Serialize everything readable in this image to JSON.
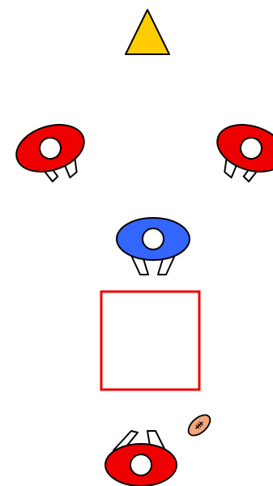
{
  "diagram": {
    "background_color": "#ffffff",
    "outline_color": "#000000",
    "cone": {
      "icon": "cone-icon",
      "color": "#ffcc00"
    },
    "players": [
      {
        "id": "top-left-player",
        "team": "red",
        "color": "#ee0000",
        "facing": "down-right"
      },
      {
        "id": "top-right-player",
        "team": "red",
        "color": "#ee0000",
        "facing": "down-left"
      },
      {
        "id": "center-player",
        "team": "blue",
        "color": "#3366ff",
        "facing": "down"
      },
      {
        "id": "bottom-player",
        "team": "red",
        "color": "#ee0000",
        "facing": "up"
      }
    ],
    "zone": {
      "shape": "square",
      "outline_color": "#ee0000"
    },
    "ball": {
      "icon": "football-icon",
      "color": "#f4a57a"
    }
  }
}
